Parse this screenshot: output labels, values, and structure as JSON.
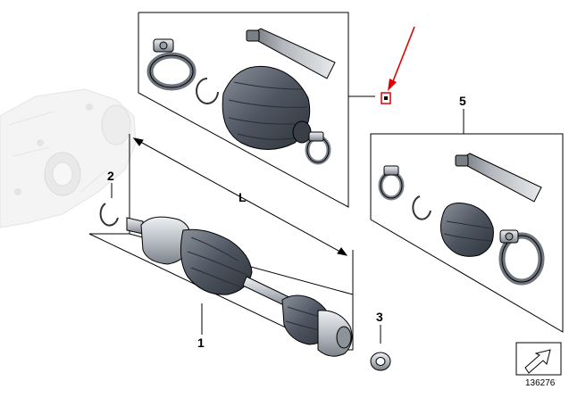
{
  "callouts": {
    "shaft": "1",
    "circlip": "2",
    "nut": "3",
    "outer_kit": "5",
    "length": "L"
  },
  "diagram_number": "136276",
  "colors": {
    "accent_arrow": "#e00000",
    "line": "#000000",
    "part_dark": "#5d6470",
    "part_light": "#c8ccd2",
    "ghost": "#e6e6e6"
  },
  "icons": [
    "highlight-marker-icon",
    "orientation-arrow-icon"
  ]
}
